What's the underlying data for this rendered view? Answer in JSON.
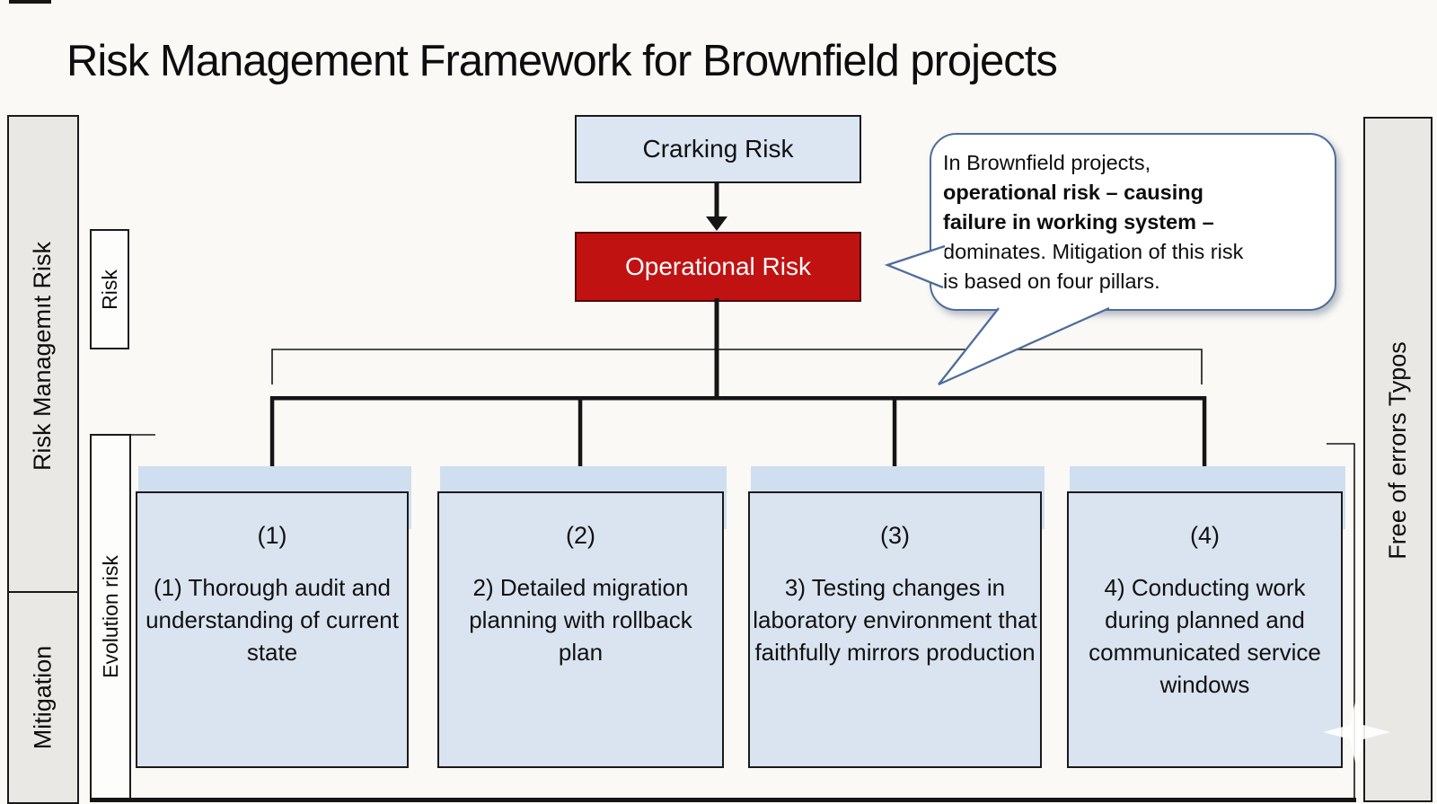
{
  "title": "Risk Management Framework for Brownfield projects",
  "left_sidebar": {
    "top_label": "Risk Managemıt Risk",
    "bottom_label": "Mitigation"
  },
  "right_sidebar": {
    "label": "Free of errors Typos"
  },
  "tags": {
    "risk": "Risk",
    "evolution": "Evolution risk"
  },
  "flow": {
    "top_box": "Crarking Risk",
    "main_box": "Operational Risk"
  },
  "callout": {
    "lines": [
      {
        "text": "In Brownfield projects,"
      },
      {
        "text": "operational risk – causing"
      },
      {
        "text": "failure in working system –"
      },
      {
        "text": "dominates. Mitigation of this risk"
      },
      {
        "text": "is based on four pillars."
      }
    ]
  },
  "pillars": [
    {
      "number": "(1)",
      "text": "(1) Thorough audit and understanding of current state"
    },
    {
      "number": "(2)",
      "text": "2) Detailed migration planning with rollback plan"
    },
    {
      "number": "(3)",
      "text": "3) Testing changes in laboratory environment that faithfully mirrors production"
    },
    {
      "number": "(4)",
      "text": "4) Conducting work during planned and communicated service windows"
    }
  ],
  "colors": {
    "pillar_blue": "#d9e4f0",
    "pillar_shadow_blue": "#cfdff0",
    "header_blue": "#dbe6f2",
    "risk_red": "#c11212",
    "sidebar_gray": "#e9e8e5",
    "callout_border": "#4e6d9b",
    "line_black": "#151515"
  },
  "icons": {
    "sparkle": "sparkle-icon"
  }
}
